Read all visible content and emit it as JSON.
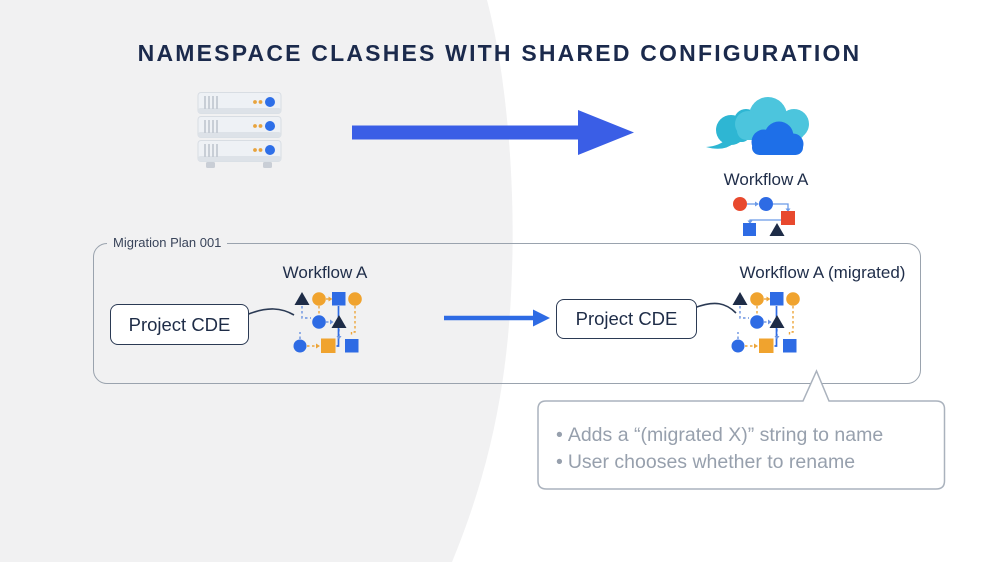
{
  "title": "NAMESPACE CLASHES WITH SHARED CONFIGURATION",
  "cloud": {
    "workflow_label": "Workflow A"
  },
  "migration_plan": {
    "label": "Migration Plan 001",
    "source_workflow_label": "Workflow A",
    "source_project_label": "Project CDE",
    "target_workflow_label": "Workflow A (migrated)",
    "target_project_label": "Project CDE"
  },
  "callout": {
    "bullet_marker": "•",
    "bullets": [
      "Adds a “(migrated X)” string to name",
      "User chooses whether to rename"
    ]
  },
  "icons": {
    "server": "server-stack-icon",
    "cloud": "cloud-icon",
    "arrow": "right-arrow-icon",
    "workflow": "workflow-graph-icon"
  },
  "colors": {
    "accent_blue": "#3a5ee6",
    "title_navy": "#1b2a4c",
    "workflow_blue": "#2e6be4",
    "workflow_orange": "#f0a32e",
    "workflow_red": "#e8492e",
    "shape_navy": "#1e2c47",
    "cloud_teal_back": "#4cc5dd",
    "cloud_teal_dark": "#2eb6d3",
    "cloud_blue_front": "#1e6fe8",
    "container_border": "#9aa3ae",
    "callout_border": "#aab2bd",
    "callout_text": "#97a0ad",
    "background_blob": "#f1f1f2"
  }
}
